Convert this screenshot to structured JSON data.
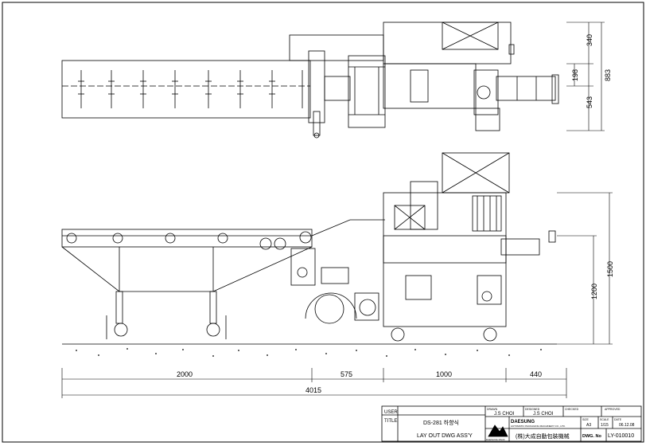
{
  "dimensions": {
    "top_340": "340",
    "top_198": "198",
    "top_543": "543",
    "top_883": "883",
    "height_1200": "1200",
    "height_1500": "1500",
    "len_2000": "2000",
    "len_575": "575",
    "len_1000": "1000",
    "len_440": "440",
    "len_4015": "4015"
  },
  "title_block": {
    "user_label": "USER",
    "title_label": "TITLE",
    "title_line1": "DS-281 하향식",
    "title_line2": "LAY OUT DWG ASS'Y",
    "drawn_label": "DRAWN",
    "drawn_by": "J.S CHOI",
    "designed_label": "DESIGNED",
    "designed_by": "J.S CHOI",
    "checked_label": "CHECKED",
    "approved_label": "APPROVED",
    "company_name": "DAESUNG",
    "company_sub": "AUTOMATIC PACKAGING MACHINERY CO., LTD.",
    "company_cjk": "(株)大成自動包裝機械",
    "logo_text": "DAESUNG PACK",
    "size_label": "SIZE",
    "size_value": "A3",
    "scale_label": "SCALE",
    "scale_value": "1/15",
    "date_label": "DATE",
    "date_value": "06.12.08",
    "dwg_label": "DWG. No",
    "dwg_value": "LY-010010"
  }
}
